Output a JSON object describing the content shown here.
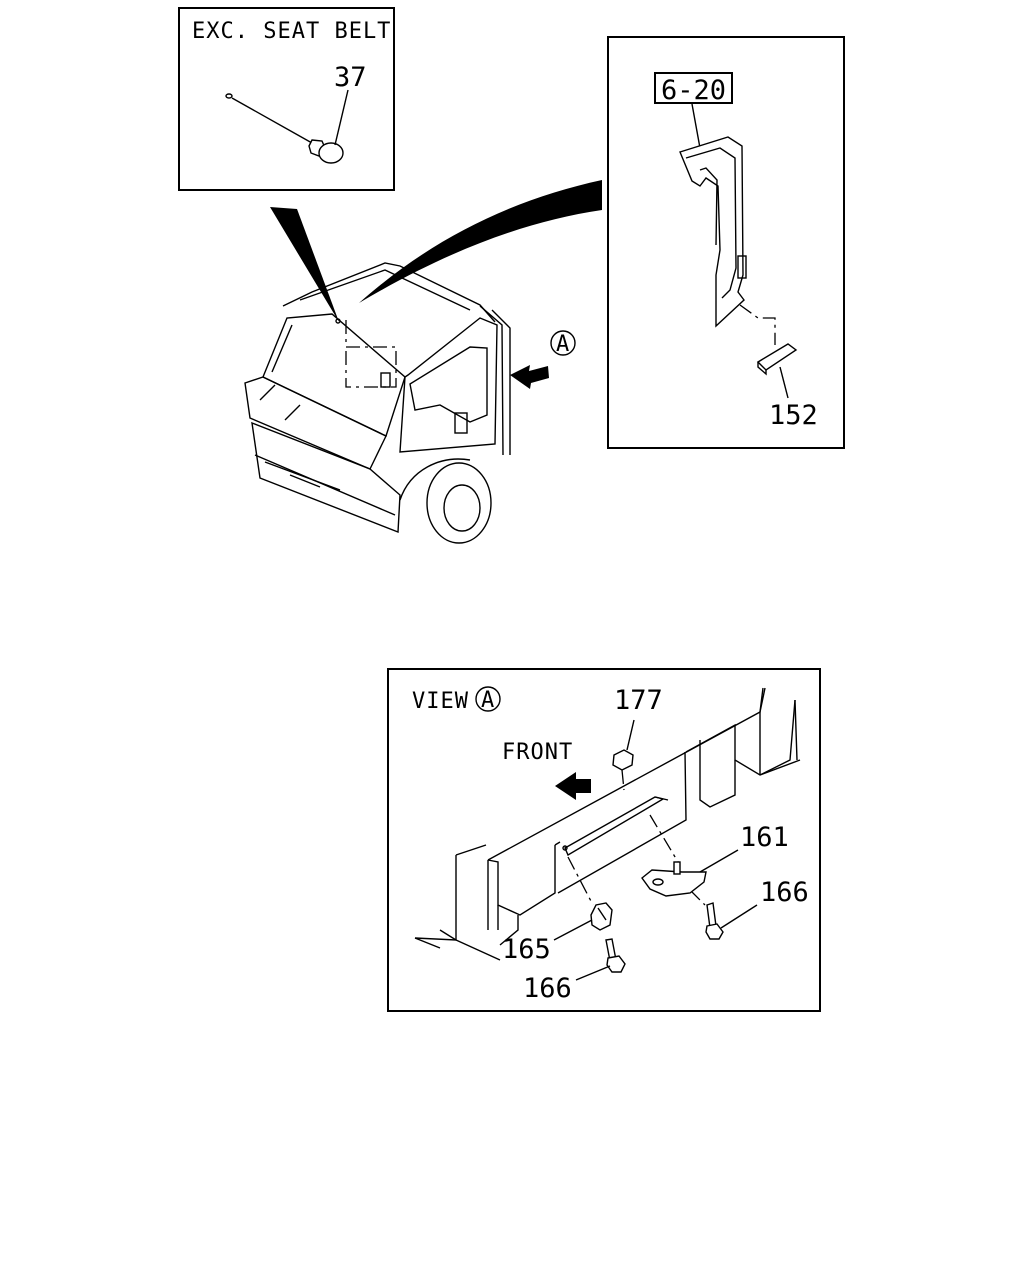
{
  "inset_seat_belt": {
    "caption": "EXC. SEAT BELT",
    "part_37": "37"
  },
  "inset_pillar": {
    "ref_box": "6-20",
    "part_152": "152"
  },
  "cab": {
    "view_marker": "A"
  },
  "inset_view_a": {
    "caption": "VIEW",
    "view_marker": "A",
    "front_label": "FRONT",
    "part_177": "177",
    "part_161": "161",
    "part_166_right": "166",
    "part_165": "165",
    "part_166_bottom": "166"
  }
}
